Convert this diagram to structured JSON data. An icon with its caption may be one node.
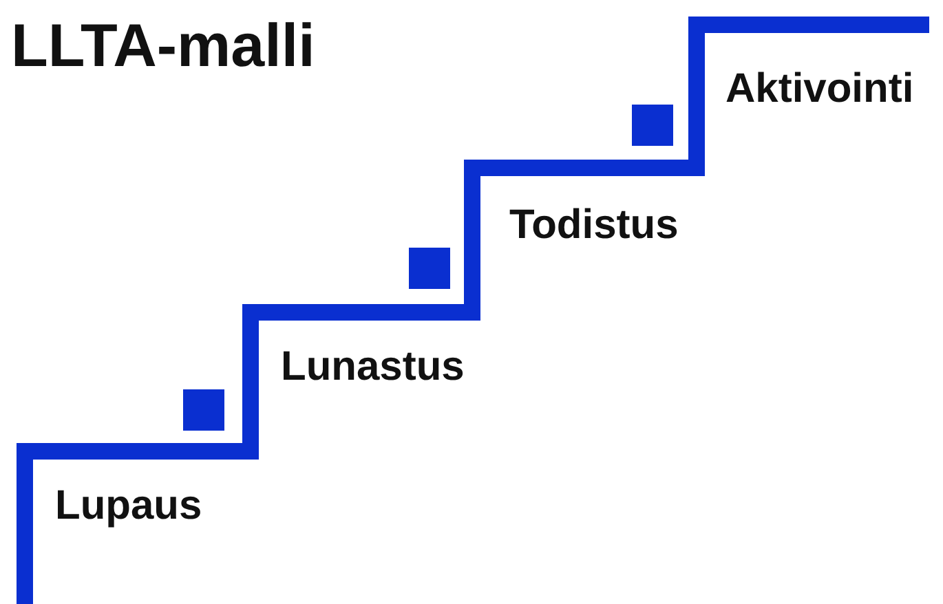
{
  "diagram": {
    "title": "LLTA-malli",
    "labels": [
      "Aktivointi",
      "Todistus",
      "Lunastus",
      "Lupaus"
    ]
  }
}
